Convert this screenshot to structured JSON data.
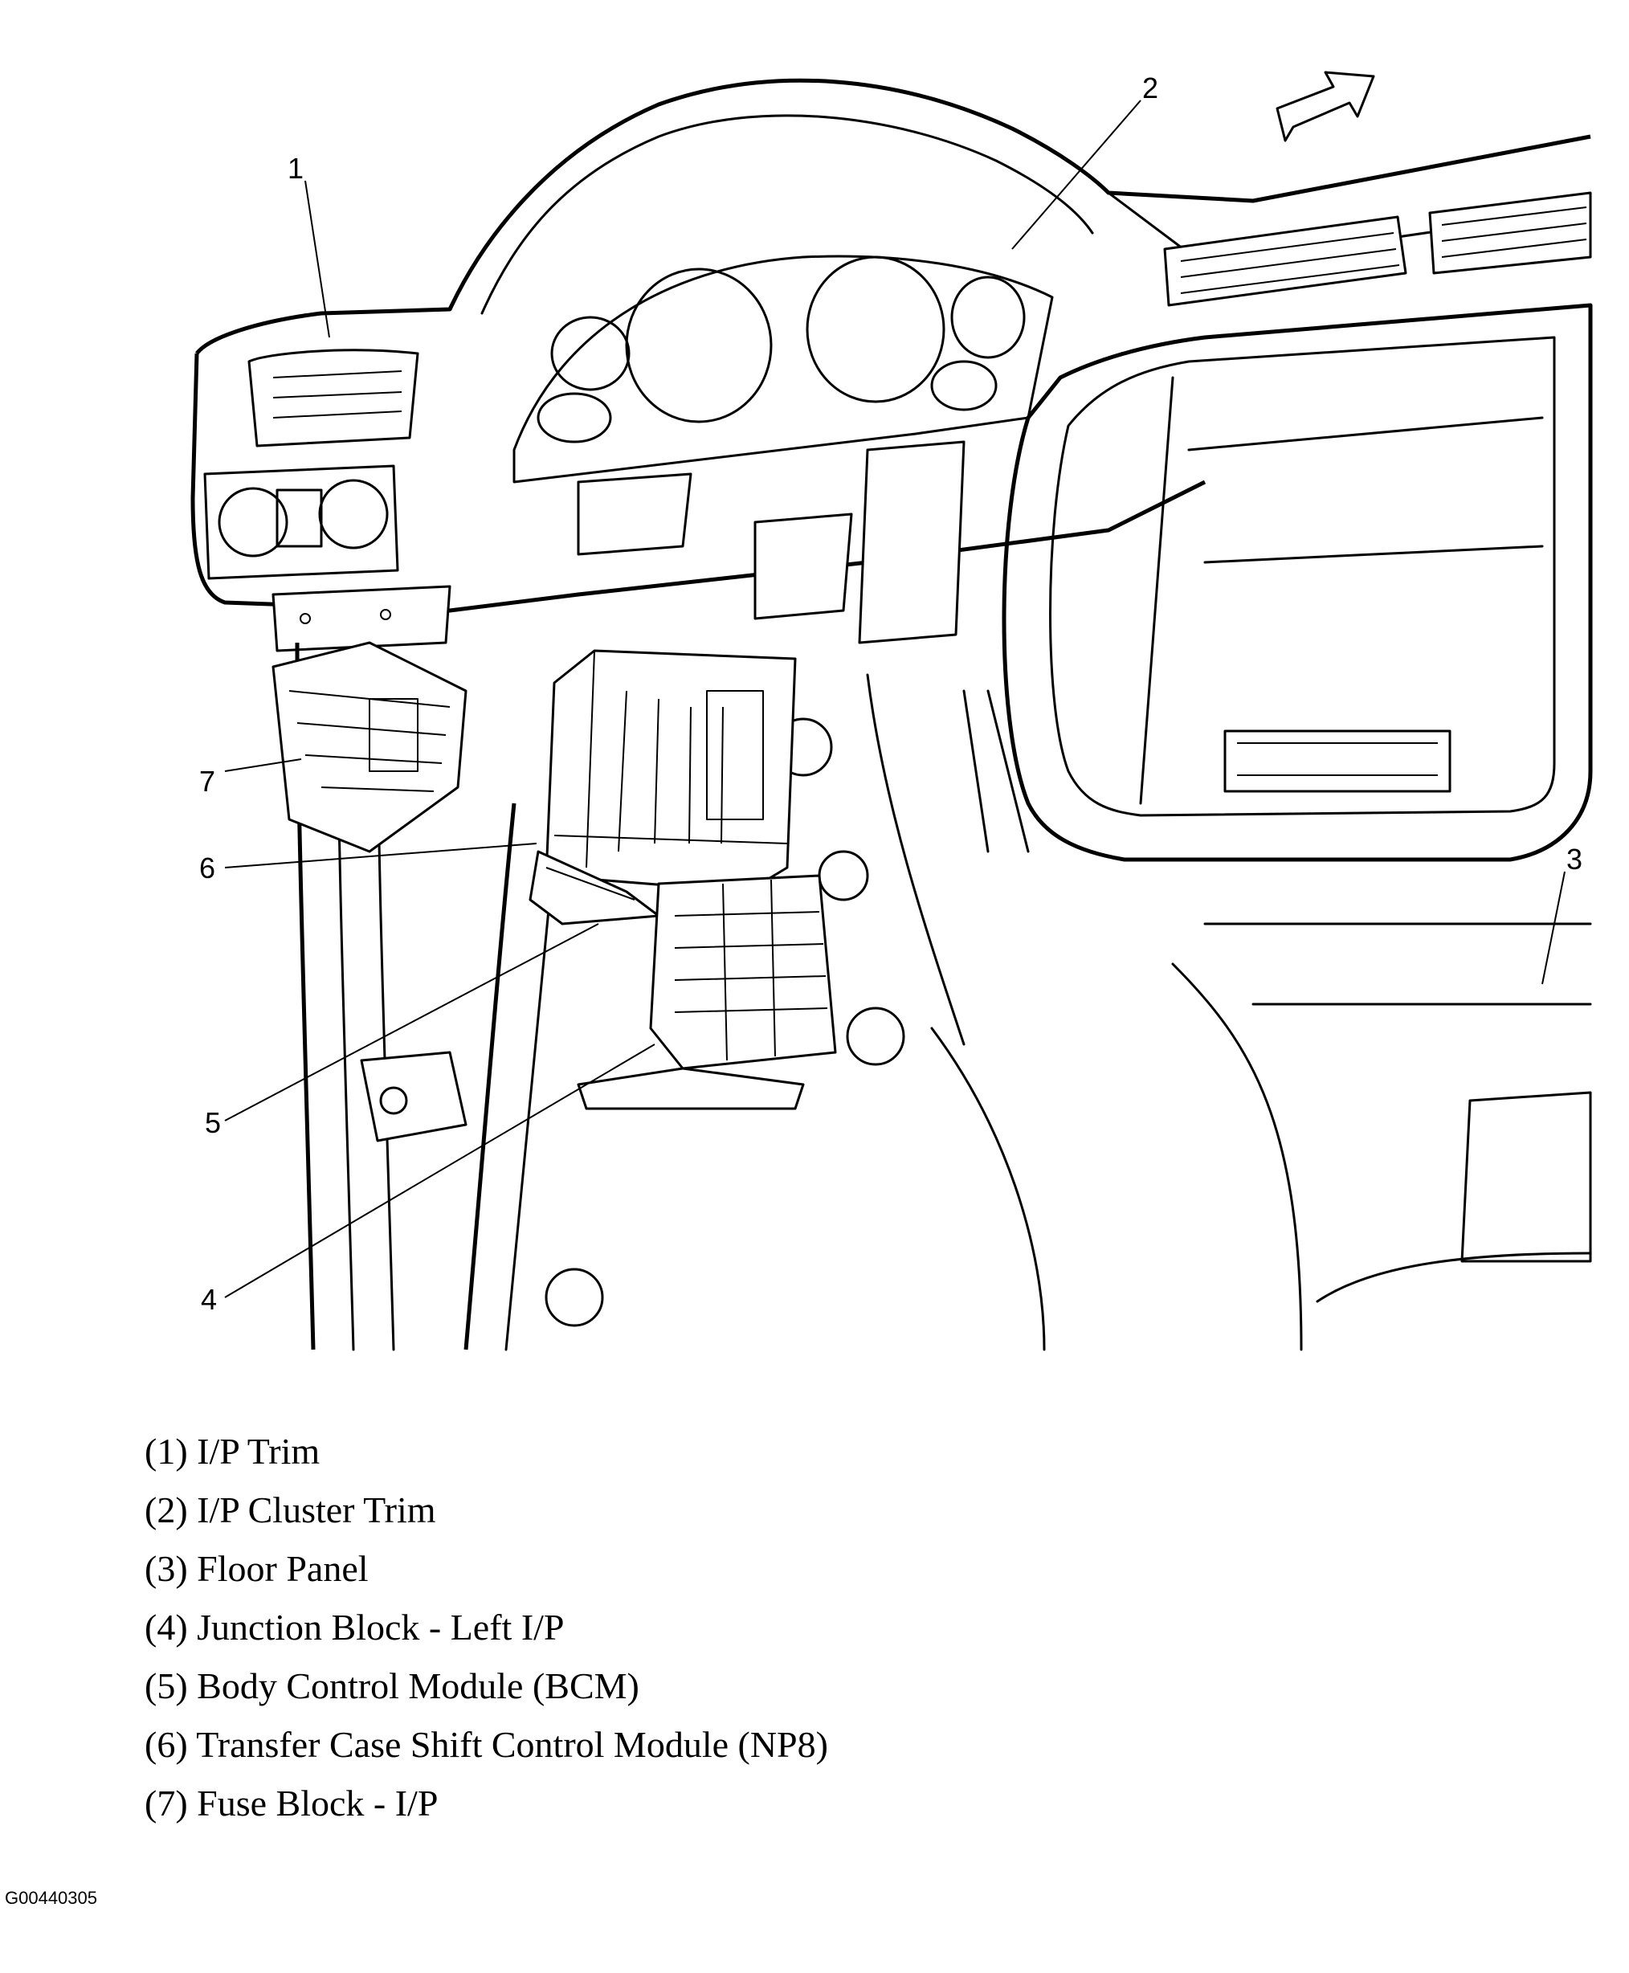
{
  "callouts": [
    "1",
    "2",
    "3",
    "4",
    "5",
    "6",
    "7"
  ],
  "legend": [
    "(1) I/P Trim",
    "(2) I/P Cluster Trim",
    "(3) Floor Panel",
    "(4) Junction Block - Left I/P",
    "(5) Body Control Module (BCM)",
    "(6) Transfer Case Shift Control Module (NP8)",
    "(7) Fuse Block - I/P"
  ],
  "figure_id": "G00440305",
  "icons": [
    "direction-arrow-icon"
  ]
}
